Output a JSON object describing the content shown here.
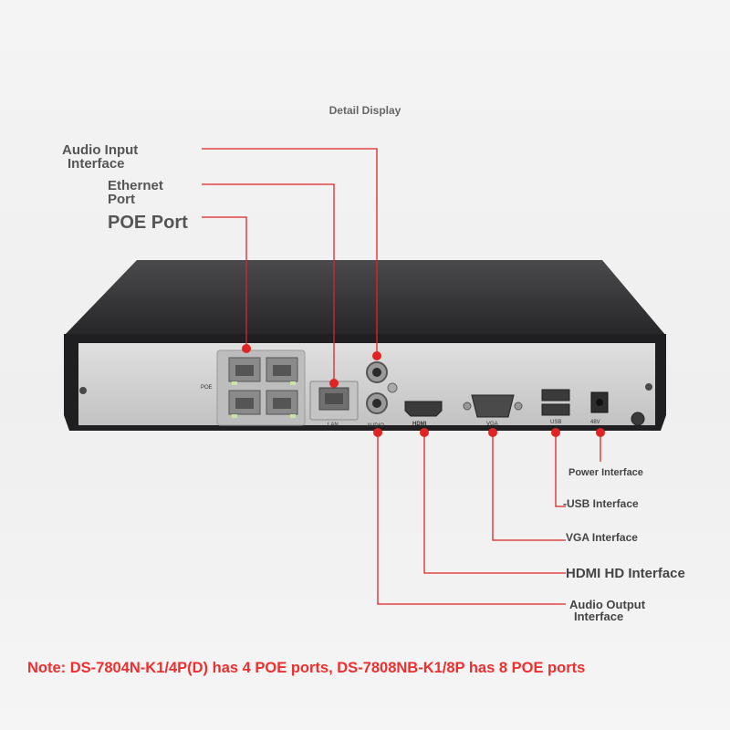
{
  "title": "Detail Display",
  "callouts": {
    "audio_input": [
      "Audio Input",
      "Interface"
    ],
    "ethernet": [
      "Ethernet",
      "Port"
    ],
    "poe": "POE Port",
    "power": "Power Interface",
    "usb": "-USB Interface",
    "vga": "VGA Interface",
    "hdmi": "HDMI HD Interface",
    "audio_output": [
      "Audio Output",
      "Interface"
    ]
  },
  "device_labels": {
    "poe": "POE",
    "lan": "LAN",
    "audio": "AUDIO",
    "hdmi": "HDMI",
    "vga": "VGA",
    "usb": "USB",
    "power": "48V"
  },
  "note": "Note: DS-7804N-K1/4P(D) has 4 POE ports, DS-7808NB-K1/8P has 8 POE ports",
  "colors": {
    "callout": "#e02424",
    "note": "#ee2f2f",
    "chassis_top": "#3a3a3c",
    "panel": "#d4d4d4"
  }
}
